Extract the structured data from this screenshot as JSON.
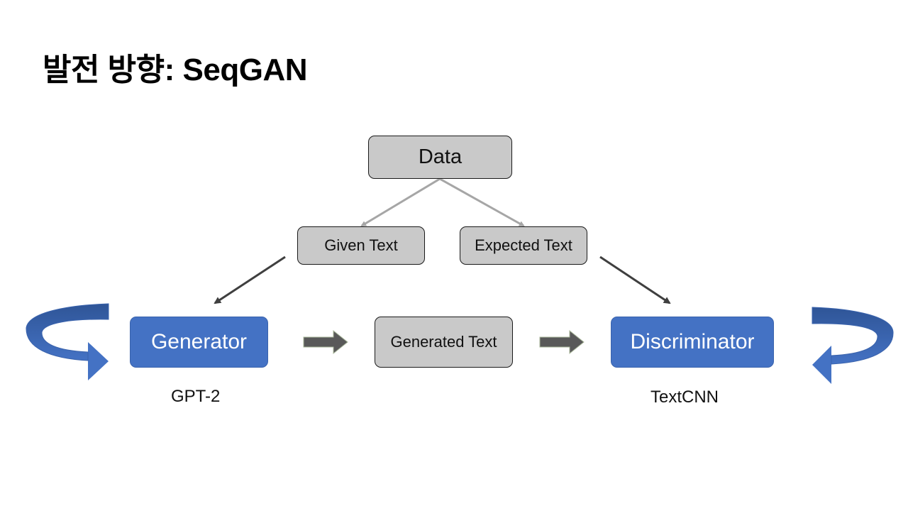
{
  "slide": {
    "title": "발전 방향: SeqGAN"
  },
  "nodes": {
    "data": "Data",
    "given_text": "Given Text",
    "expected_text": "Expected Text",
    "generator": "Generator",
    "generated_text": "Generated Text",
    "discriminator": "Discriminator"
  },
  "captions": {
    "generator_model": "GPT-2",
    "discriminator_model": "TextCNN"
  },
  "colors": {
    "node_gray": "#c9c9c9",
    "node_blue": "#4472c4",
    "arrow_gray": "#a6a6a6",
    "arrow_dark": "#3f3f3f",
    "block_arrow": "#595959",
    "cycle_arrow_light": "#4472c4",
    "cycle_arrow_dark": "#2f5597"
  },
  "icons": {
    "left_loop": "circular-arrow-icon",
    "right_loop": "circular-arrow-icon"
  }
}
